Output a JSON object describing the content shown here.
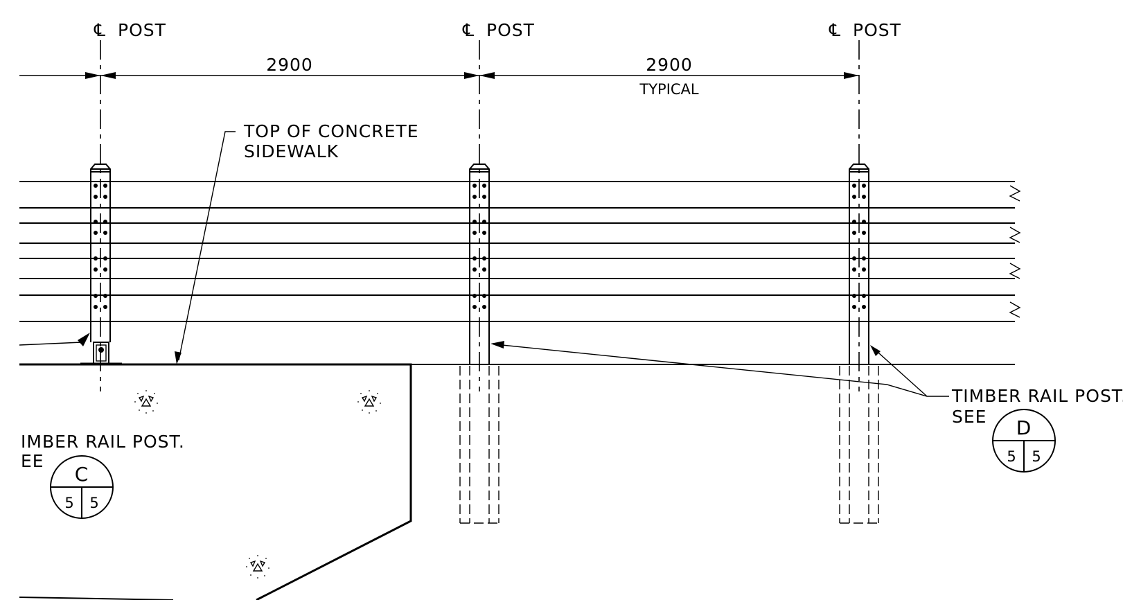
{
  "posts": [
    {
      "centerline_label": "POST"
    },
    {
      "centerline_label": "POST"
    },
    {
      "centerline_label": "POST"
    }
  ],
  "dimensions": [
    {
      "value": "2900",
      "note": ""
    },
    {
      "value": "2900",
      "note": "TYPICAL"
    }
  ],
  "callouts": {
    "sidewalk": {
      "line1": "TOP OF CONCRETE",
      "line2": "SIDEWALK"
    },
    "left_post": {
      "line1": "IMBER RAIL POST.",
      "line2": "EE"
    },
    "right_post": {
      "line1": "TIMBER RAIL POST.",
      "line2": "SEE"
    }
  },
  "detail_markers": [
    {
      "letter": "C",
      "sheet_left": "5",
      "sheet_right": "5"
    },
    {
      "letter": "D",
      "sheet_left": "5",
      "sheet_right": "5"
    }
  ]
}
